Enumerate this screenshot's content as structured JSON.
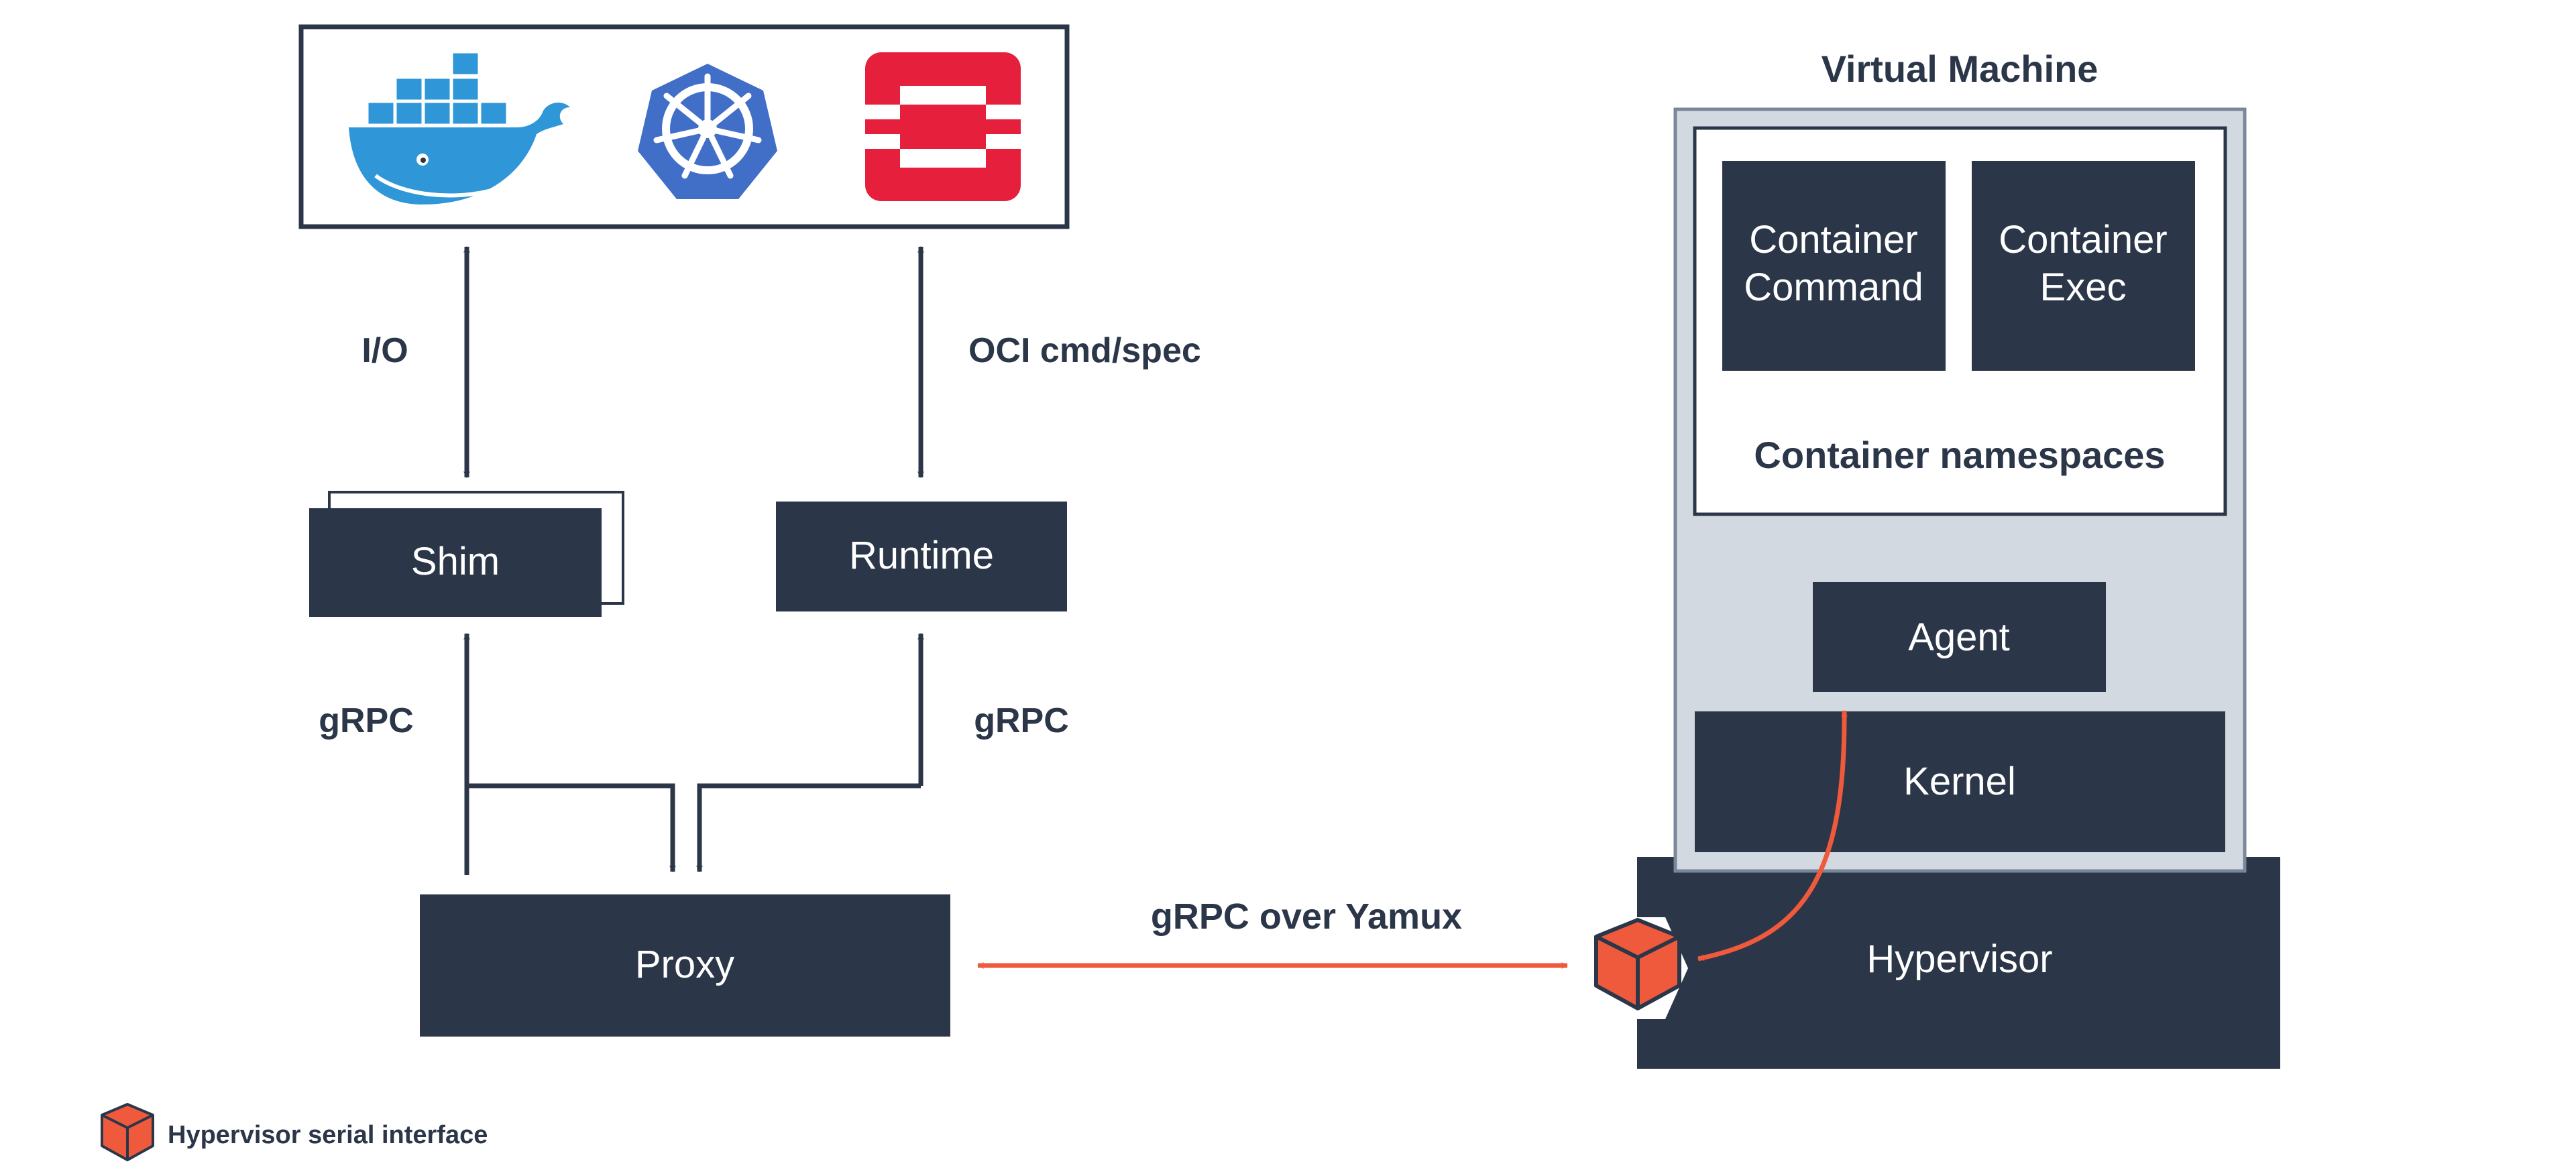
{
  "diagram": {
    "vm_title": "Virtual Machine",
    "container_command": [
      "Container",
      "Command"
    ],
    "container_exec": [
      "Container",
      "Exec"
    ],
    "container_namespaces": "Container namespaces",
    "agent": "Agent",
    "kernel": "Kernel",
    "hypervisor": "Hypervisor",
    "shim": "Shim",
    "runtime": "Runtime",
    "proxy": "Proxy",
    "io_label": "I/O",
    "oci_label": "OCI cmd/spec",
    "grpc_left": "gRPC",
    "grpc_right": "gRPC",
    "grpc_yamux": "gRPC over Yamux",
    "legend_text": "Hypervisor serial interface",
    "logos": [
      "docker-logo",
      "kubernetes-logo",
      "openshift-logo"
    ]
  },
  "colors": {
    "navy": "#2b3649",
    "vm_gray": "#d3d9e1",
    "orange": "#ef5a3c",
    "docker_blue": "#2f96d8",
    "k8s_blue": "#416fc8",
    "openshift_red": "#e6203c"
  }
}
